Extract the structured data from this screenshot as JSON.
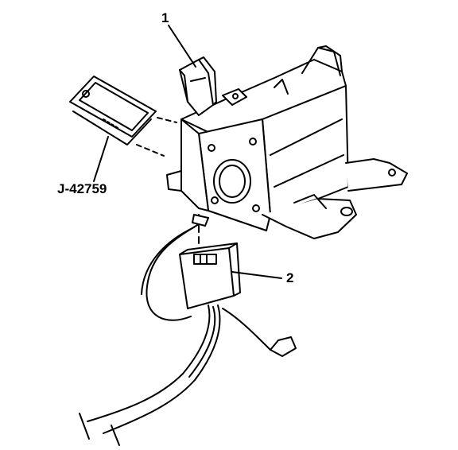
{
  "diagram": {
    "callouts": [
      {
        "id": "1",
        "text": "1"
      },
      {
        "id": "2",
        "text": "2"
      },
      {
        "id": "tool",
        "text": "J-42759"
      }
    ]
  }
}
